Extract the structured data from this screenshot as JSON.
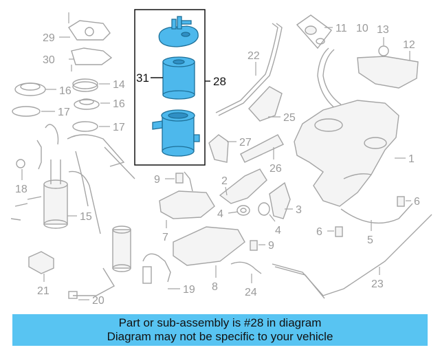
{
  "banner": {
    "line1": "Part or sub-assembly is #28 in diagram",
    "line2": "Diagram may not be specific to your vehicle",
    "background": "#58c4f2"
  },
  "highlight": {
    "fill": "#4db8ec",
    "stroke": "#1d6f98"
  },
  "callouts": {
    "c1": "1",
    "c2": "2",
    "c3": "3",
    "c4a": "4",
    "c4b": "4",
    "c5": "5",
    "c6a": "6",
    "c6b": "6",
    "c7": "7",
    "c8": "8",
    "c9a": "9",
    "c9b": "9",
    "c10": "10",
    "c11": "11",
    "c12": "12",
    "c13": "13",
    "c14": "14",
    "c15": "15",
    "c16a": "16",
    "c16b": "16",
    "c17a": "17",
    "c17b": "17",
    "c18": "18",
    "c19": "19",
    "c20": "20",
    "c21": "21",
    "c22": "22",
    "c23": "23",
    "c24": "24",
    "c25": "25",
    "c26": "26",
    "c27": "27",
    "c28": "28",
    "c29": "29",
    "c30": "30",
    "c31": "31"
  }
}
